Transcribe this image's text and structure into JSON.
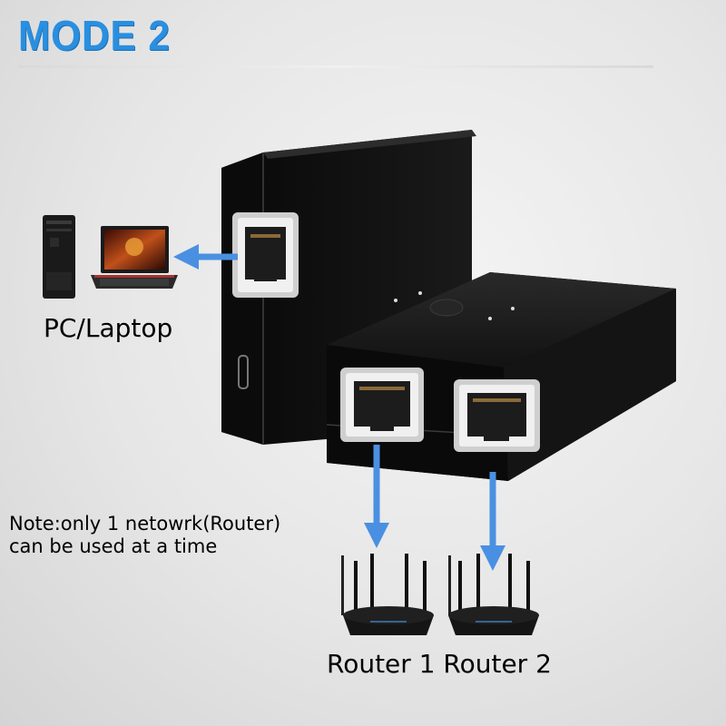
{
  "title": "MODE 2",
  "pc_label": "PC/Laptop",
  "note_line1": "Note:only 1 netowrk(Router)",
  "note_line2": "can be used at a time",
  "router_label": "Router 1 Router 2",
  "colors": {
    "title": "#2a8fe0",
    "arrow": "#4a90e2",
    "device": "#0e0e0e"
  }
}
